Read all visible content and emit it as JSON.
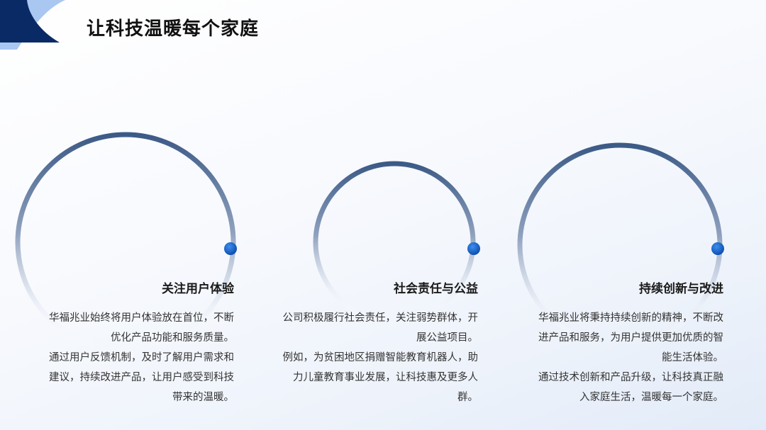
{
  "title": "让科技温暖每个家庭",
  "colors": {
    "navy": "#0a2a66",
    "node_blue": "#1560c4",
    "ring_dark": "#3c5a86"
  },
  "sections": [
    {
      "heading": "关注用户体验",
      "paragraphs": [
        "华福兆业始终将用户体验放在首位，不断优化产品功能和服务质量。",
        "通过用户反馈机制，及时了解用户需求和建议，持续改进产品，让用户感受到科技带来的温暖。"
      ]
    },
    {
      "heading": "社会责任与公益",
      "paragraphs": [
        "公司积极履行社会责任，关注弱势群体，开展公益项目。",
        "例如，为贫困地区捐赠智能教育机器人，助力儿童教育事业发展，让科技惠及更多人群。"
      ]
    },
    {
      "heading": "持续创新与改进",
      "paragraphs": [
        "华福兆业将秉持持续创新的精神，不断改进产品和服务，为用户提供更加优质的智能生活体验。",
        "通过技术创新和产品升级，让科技真正融入家庭生活，温暖每一个家庭。"
      ]
    }
  ]
}
